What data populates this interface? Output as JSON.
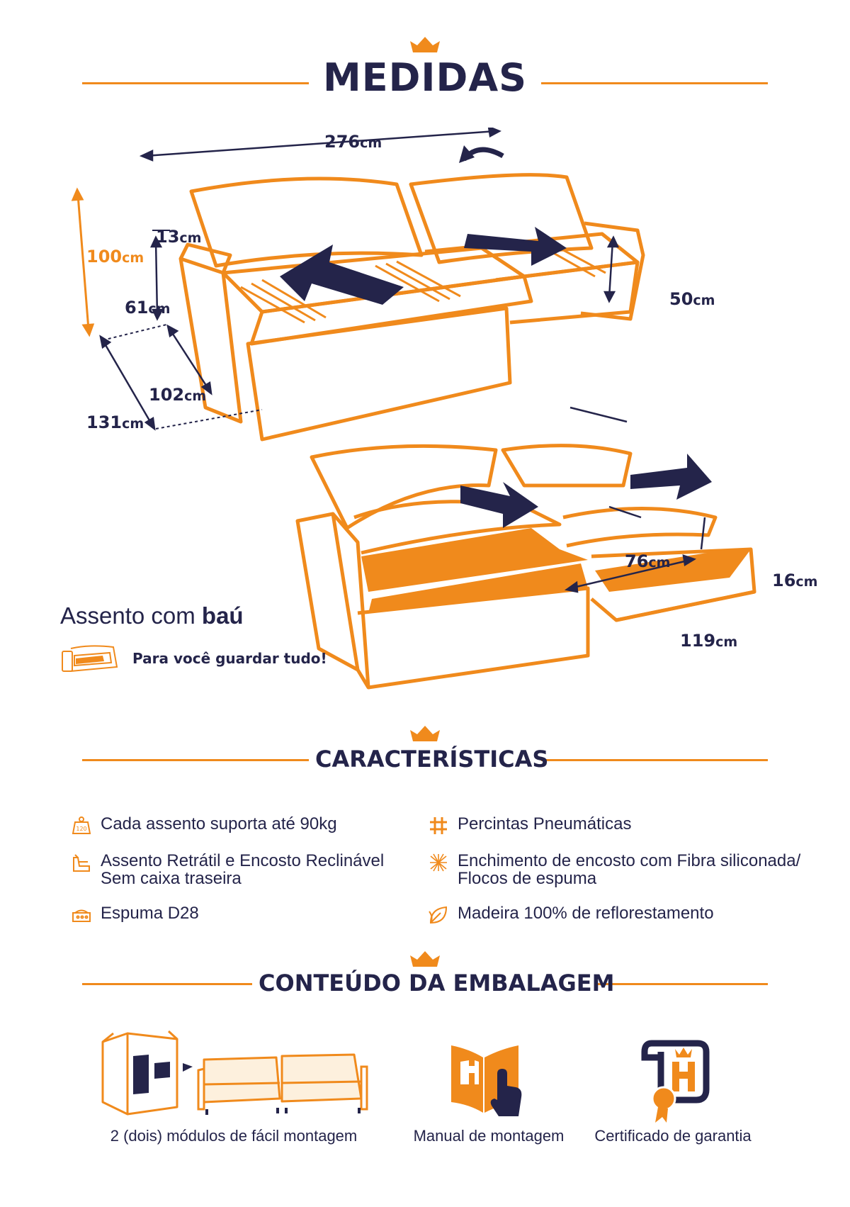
{
  "medidas": {
    "title": "MEDIDAS",
    "dims": {
      "width": "276",
      "unit": "cm",
      "height_total": "100",
      "arm_width": "13",
      "seat_height": "61",
      "depth_closed": "102",
      "depth_open": "131",
      "front_height": "50",
      "storage_depth": "76",
      "storage_height": "16",
      "storage_width": "119"
    },
    "bau_title_regular": "Assento com ",
    "bau_title_bold": "baú",
    "bau_subtitle": "Para você guardar tudo!"
  },
  "caracteristicas": {
    "title": "CARACTERÍSTICAS",
    "left": [
      {
        "icon": "weight-icon",
        "lines": [
          "Cada assento suporta até 90kg"
        ]
      },
      {
        "icon": "recliner-icon",
        "lines": [
          "Assento Retrátil e Encosto Reclinável",
          "Sem caixa traseira"
        ]
      },
      {
        "icon": "foam-icon",
        "lines": [
          "Espuma D28"
        ]
      }
    ],
    "right": [
      {
        "icon": "webbing-icon",
        "lines": [
          "Percintas Pneumáticas"
        ]
      },
      {
        "icon": "fiber-icon",
        "lines": [
          "Enchimento de encosto com Fibra siliconada/",
          "Flocos de espuma"
        ]
      },
      {
        "icon": "leaf-icon",
        "lines": [
          "Madeira 100% de reflorestamento"
        ]
      }
    ]
  },
  "embalagem": {
    "title": "CONTEÚDO DA EMBALAGEM",
    "items": [
      {
        "icon": "box-modules-icon",
        "label": "2 (dois) módulos de fácil montagem"
      },
      {
        "icon": "manual-icon",
        "label": "Manual de montagem"
      },
      {
        "icon": "certificate-icon",
        "label": "Certificado de garantia"
      }
    ]
  },
  "colors": {
    "accent": "#f08a1c",
    "navy": "#24244a",
    "white": "#ffffff"
  }
}
